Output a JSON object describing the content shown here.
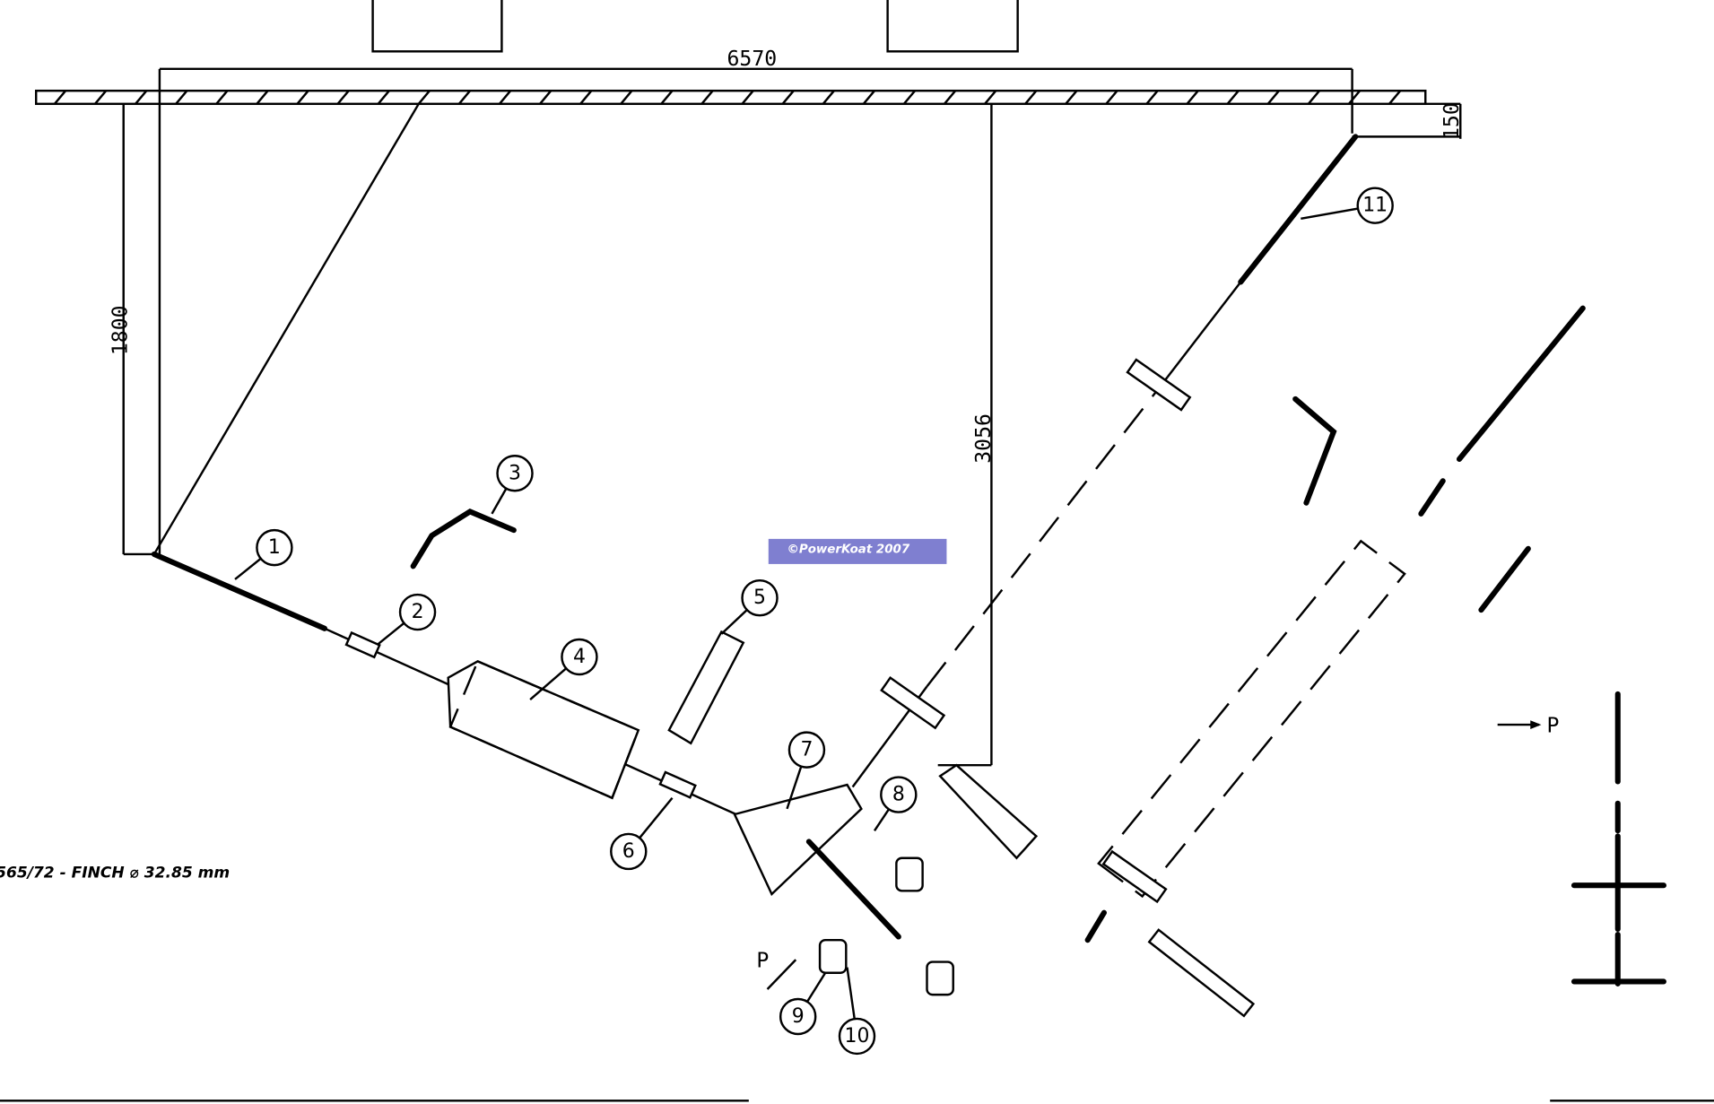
{
  "dimensions": {
    "width_total": "6570",
    "offset": "150",
    "height_left": "1800",
    "height_right": "3056"
  },
  "balloons": [
    "1",
    "2",
    "3",
    "4",
    "5",
    "6",
    "7",
    "8",
    "9",
    "10",
    "11"
  ],
  "labels": {
    "force_p1": "P",
    "force_p2": "P",
    "note": "565/72 - FINCH ⌀ 32.85 mm"
  },
  "watermark": {
    "text": "©PowerKoat 2007",
    "color": "#7f7fd0"
  }
}
